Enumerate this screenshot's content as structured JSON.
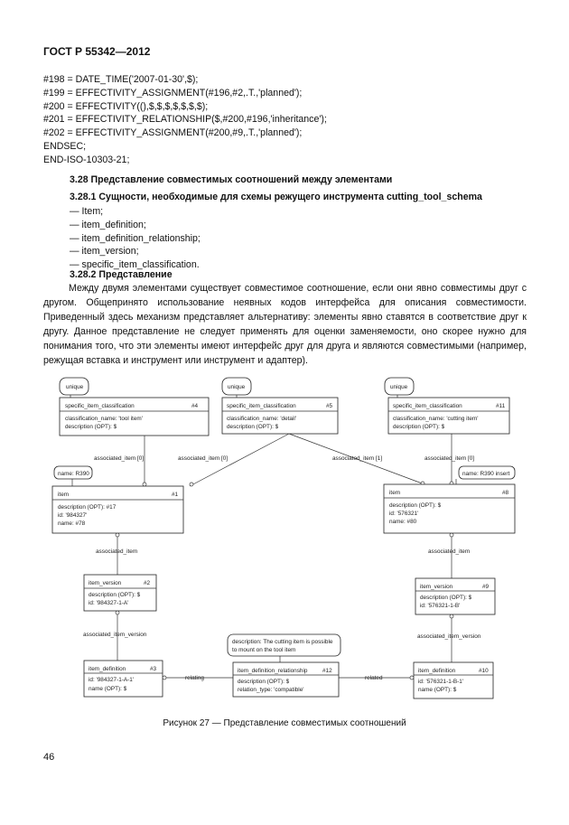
{
  "header": {
    "title": "ГОСТ Р 55342—2012"
  },
  "code_lines": [
    "#198 = DATE_TIME('2007-01-30',$);",
    "#199 = EFFECTIVITY_ASSIGNMENT(#196,#2,.T.,'planned');",
    "#200 = EFFECTIVITY((),$,$,$,$,$,$,$);",
    "#201 = EFFECTIVITY_RELATIONSHIP($,#200,#196,'inheritance');",
    "#202 = EFFECTIVITY_ASSIGNMENT(#200,#9,.T.,'planned');",
    "ENDSEC;",
    "END-ISO-10303-21;"
  ],
  "section_328": "3.28 Представление совместимых соотношений между элементами",
  "section_3281": "3.28.1 Сущности, необходимые для схемы режущего инструмента cutting_tool_schema",
  "entity_list": [
    "— Item;",
    "— item_definition;",
    "— item_definition_relationship;",
    "— item_version;",
    "— specific_item_classification."
  ],
  "section_3282": "3.28.2 Представление",
  "paragraph": "Между двумя элементами существует совместимое соотношение, если они явно совместимы друг с другом. Общепринято использование неявных кодов интерфейса для описания совместимости. Приведенный здесь механизм представляет альтернативу: элементы явно ставятся в соответствие друг к другу. Данное представление не следует применять для оценки заменяемости, оно скорее нужно для понимания того, что эти элементы имеют интерфейс друг для друга и являются совместимыми (например, режущая вставка и инструмент или инструмент и адаптер).",
  "diagram": {
    "notes": {
      "unique1": "unique",
      "unique2": "unique",
      "unique3": "unique",
      "name1": "name: R390",
      "name2": "name: R390 insert",
      "desc_lines": [
        "description: The cutting item is possible",
        "to mount on the tool item"
      ]
    },
    "sic4": {
      "title": "specific_item_classification",
      "id": "#4",
      "attrs": [
        "classification_name: 'tool item'",
        "description (OPT): $"
      ]
    },
    "sic5": {
      "title": "specific_item_classification",
      "id": "#5",
      "attrs": [
        "classification_name: 'detail'",
        "description (OPT): $"
      ]
    },
    "sic11": {
      "title": "specific_item_classification",
      "id": "#11",
      "attrs": [
        "classification_name: 'cutting item'",
        "description (OPT): $"
      ]
    },
    "item1": {
      "title": "item",
      "id": "#1",
      "attrs": [
        "description (OPT): #17",
        "id: '984327'",
        "name: #78"
      ]
    },
    "item8": {
      "title": "item",
      "id": "#8",
      "attrs": [
        "description (OPT): $",
        "id: '576321'",
        "name: #80"
      ]
    },
    "iv2": {
      "title": "item_version",
      "id": "#2",
      "attrs": [
        "description (OPT): $",
        "id: '984327-1-A'"
      ]
    },
    "iv9": {
      "title": "item_version",
      "id": "#9",
      "attrs": [
        "description (OPT): $",
        "id: '576321-1-B'"
      ]
    },
    "idef3": {
      "title": "item_definition",
      "id": "#3",
      "attrs": [
        "id: '984327-1-A-1'",
        "name (OPT): $"
      ]
    },
    "idef10": {
      "title": "item_definition",
      "id": "#10",
      "attrs": [
        "id: '576321-1-B-1'",
        "name (OPT): $"
      ]
    },
    "idr12": {
      "title": "item_definition_relationship",
      "id": "#12",
      "attrs": [
        "description (OPT): $",
        "relation_type: 'compatible'"
      ]
    },
    "labels": {
      "ai0a": "associated_item [0]",
      "ai0b": "associated_item [0]",
      "ai1": "associated_item [1]",
      "ai0c": "associated_item [0]",
      "assoc1": "associated_item",
      "assoc2": "associated_item",
      "aiv1": "associated_item_version",
      "aiv2": "associated_item_version",
      "relating": "relating",
      "related": "related"
    }
  },
  "caption": "Рисунок 27 — Представление совместимых соотношений",
  "page_number": "46"
}
